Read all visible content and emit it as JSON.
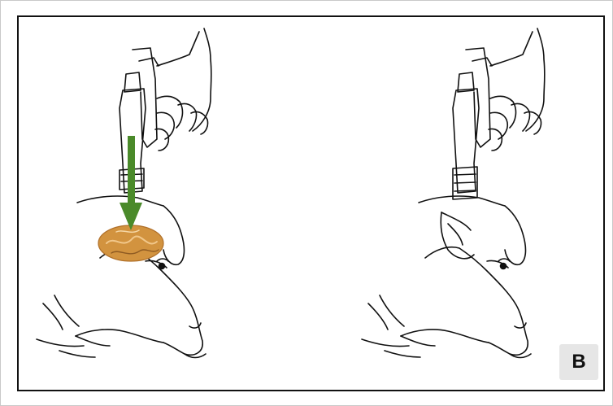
{
  "figure": {
    "panel_label": "B",
    "left_illustration": "sheep-head-with-captive-bolt-gun-injury",
    "right_illustration": "sheep-head-with-captive-bolt-gun",
    "arrow_color": "#4a8a2a",
    "wound_color": "#d2933f"
  }
}
